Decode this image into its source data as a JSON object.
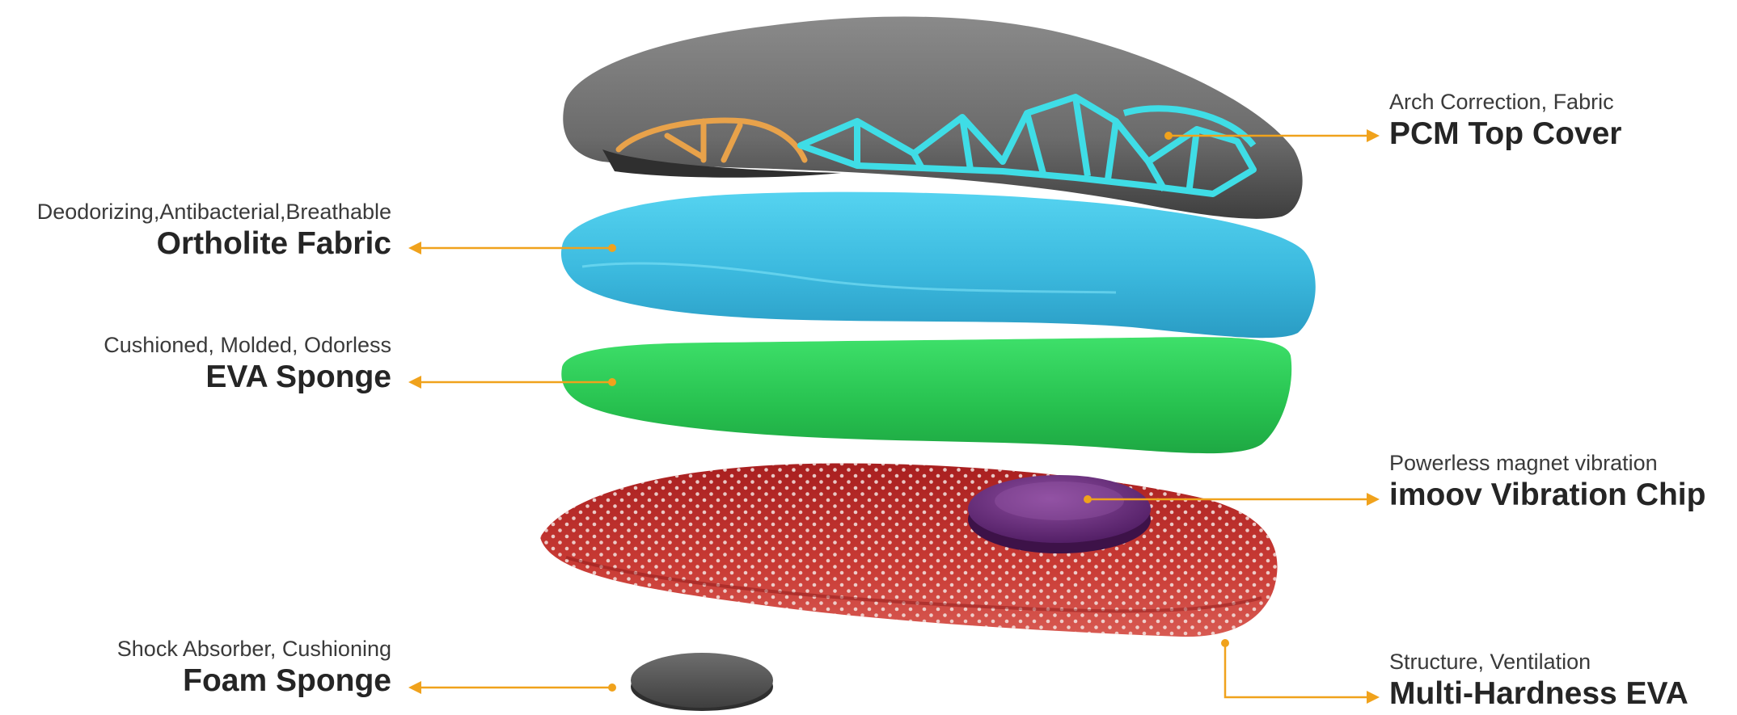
{
  "colors": {
    "leader": "#f0a21c",
    "top_cover": "#6e6e6e",
    "ortholite": "#3fc6e6",
    "eva": "#2fd45a",
    "multi_hardness": "#bf2b2a",
    "chip": "#6a2c7c",
    "foam": "#5e5e5e"
  },
  "layers": [
    {
      "key": "top_cover",
      "subtitle": "Arch Correction, Fabric",
      "title": "PCM Top Cover"
    },
    {
      "key": "ortholite",
      "subtitle": "Deodorizing,Antibacterial,Breathable",
      "title": "Ortholite Fabric"
    },
    {
      "key": "eva",
      "subtitle": "Cushioned, Molded, Odorless",
      "title": "EVA Sponge"
    },
    {
      "key": "chip",
      "subtitle": "Powerless magnet vibration",
      "title": "imoov Vibration Chip"
    },
    {
      "key": "foam",
      "subtitle": "Shock Absorber, Cushioning",
      "title": "Foam Sponge"
    },
    {
      "key": "multi_hardness",
      "subtitle": "Structure, Ventilation",
      "title": "Multi-Hardness EVA"
    }
  ]
}
